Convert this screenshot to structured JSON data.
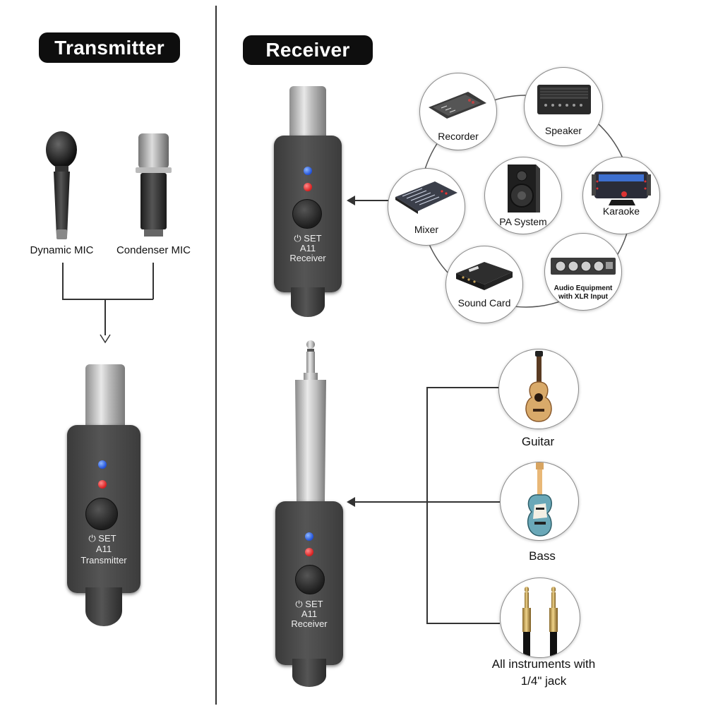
{
  "transmitter_section": {
    "header": "Transmitter",
    "mic_dynamic_label": "Dynamic MIC",
    "mic_condenser_label": "Condenser MIC",
    "device": {
      "set_label": "SET",
      "model": "A11",
      "name": "Transmitter"
    }
  },
  "receiver_section": {
    "header": "Receiver",
    "device_top": {
      "set_label": "SET",
      "model": "A11",
      "name": "Receiver"
    },
    "device_bottom": {
      "set_label": "SET",
      "model": "A11",
      "name": "Receiver"
    },
    "xlr_devices": {
      "recorder": "Recorder",
      "speaker": "Speaker",
      "mixer": "Mixer",
      "pa_system": "PA System",
      "karaoke": "Karaoke",
      "sound_card": "Sound Card",
      "audio_equipment_line1": "Audio Equipment",
      "audio_equipment_line2": "with XLR Input"
    },
    "instruments": {
      "guitar": "Guitar",
      "bass": "Bass",
      "all_instruments_line1": "All instruments with",
      "all_instruments_line2": "1/4\" jack"
    }
  },
  "colors": {
    "led_blue": "#1e4fd8",
    "led_red": "#d81e1e",
    "header_bg": "#0e0e0e"
  }
}
